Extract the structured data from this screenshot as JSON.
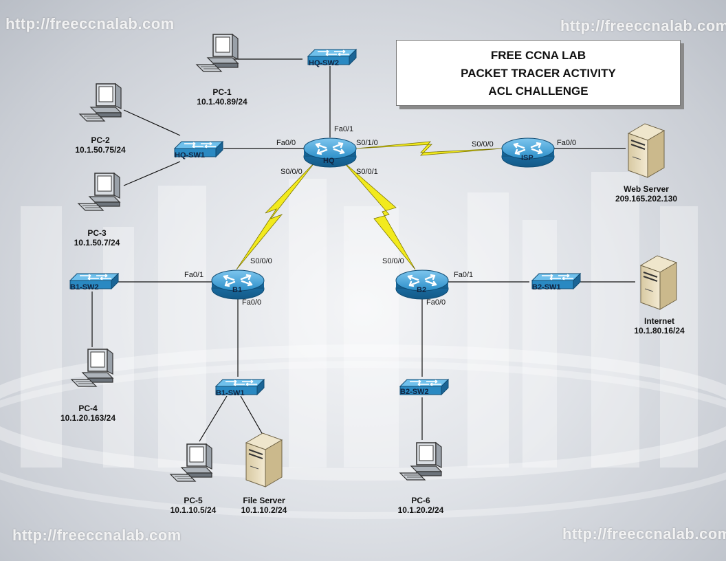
{
  "watermark": "http://freeccnalab.com",
  "title": {
    "line1": "FREE CCNA LAB",
    "line2": "PACKET TRACER ACTIVITY",
    "line3": "ACL CHALLENGE"
  },
  "routers": {
    "hq": "HQ",
    "isp": "ISP",
    "b1": "B1",
    "b2": "B2"
  },
  "switches": {
    "hq_sw1": "HQ-SW1",
    "hq_sw2": "HQ-SW2",
    "b1_sw1": "B1-SW1",
    "b1_sw2": "B1-SW2",
    "b2_sw1": "B2-SW1",
    "b2_sw2": "B2-SW2"
  },
  "hosts": {
    "pc1": {
      "name": "PC-1",
      "ip": "10.1.40.89/24"
    },
    "pc2": {
      "name": "PC-2",
      "ip": "10.1.50.75/24"
    },
    "pc3": {
      "name": "PC-3",
      "ip": "10.1.50.7/24"
    },
    "pc4": {
      "name": "PC-4",
      "ip": "10.1.20.163/24"
    },
    "pc5": {
      "name": "PC-5",
      "ip": "10.1.10.5/24"
    },
    "pc6": {
      "name": "PC-6",
      "ip": "10.1.20.2/24"
    },
    "file_server": {
      "name": "File Server",
      "ip": "10.1.10.2/24"
    },
    "web_server": {
      "name": "Web Server",
      "ip": "209.165.202.130"
    },
    "internet": {
      "name": "Internet",
      "ip": "10.1.80.16/24"
    }
  },
  "ports": {
    "hq_fa01": "Fa0/1",
    "hq_fa00": "Fa0/0",
    "hq_s010": "S0/1/0",
    "hq_s000": "S0/0/0",
    "hq_s001": "S0/0/1",
    "isp_s000": "S0/0/0",
    "isp_fa00": "Fa0/0",
    "b1_s000": "S0/0/0",
    "b1_fa01": "Fa0/1",
    "b1_fa00": "Fa0/0",
    "b2_s000": "S0/0/0",
    "b2_fa01": "Fa0/1",
    "b2_fa00": "Fa0/0"
  },
  "colors": {
    "device_blue": "#2c8fc9",
    "device_blue_dark": "#1b6596",
    "serial_link": "#f2ea1e",
    "ethernet_link": "#111111",
    "server_beige": "#e3d6b5"
  },
  "icons": [
    "router-icon",
    "switch-icon",
    "pc-icon",
    "server-icon",
    "serial-link-icon"
  ]
}
